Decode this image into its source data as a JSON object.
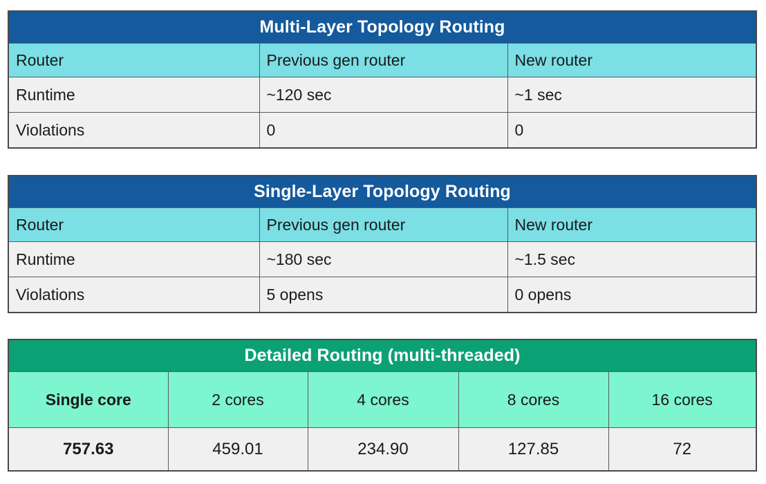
{
  "tables": [
    {
      "id": "multi-layer",
      "title": "Multi-Layer Topology Routing",
      "title_color": "#145A9C",
      "header_color": "#7BDFE5",
      "columns": [
        "Router",
        "Previous gen router",
        "New router"
      ],
      "rows": [
        [
          "Runtime",
          "~120 sec",
          "~1 sec"
        ],
        [
          "Violations",
          "0",
          "0"
        ]
      ]
    },
    {
      "id": "single-layer",
      "title": "Single-Layer Topology Routing",
      "title_color": "#145A9C",
      "header_color": "#7BDFE5",
      "columns": [
        "Router",
        "Previous gen router",
        "New router"
      ],
      "rows": [
        [
          "Runtime",
          "~180 sec",
          "~1.5 sec"
        ],
        [
          "Violations",
          "5 opens",
          "0 opens"
        ]
      ]
    },
    {
      "id": "detailed-routing",
      "title": "Detailed Routing (multi-threaded)",
      "title_color": "#0CA175",
      "header_color": "#7DF5CE",
      "columns": [
        "Single core",
        "2 cores",
        "4 cores",
        "8 cores",
        "16 cores"
      ],
      "rows": [
        [
          "757.63",
          "459.01",
          "234.90",
          "127.85",
          "72"
        ]
      ]
    }
  ],
  "colors": {
    "title_blue": "#145A9C",
    "title_green": "#0CA175",
    "header_cyan": "#7BDFE5",
    "header_mint": "#7DF5CE",
    "data_row": "#F0F0F0",
    "border": "#5A5A5A",
    "text": "#1A1A1A",
    "title_text": "#FFFFFF"
  }
}
